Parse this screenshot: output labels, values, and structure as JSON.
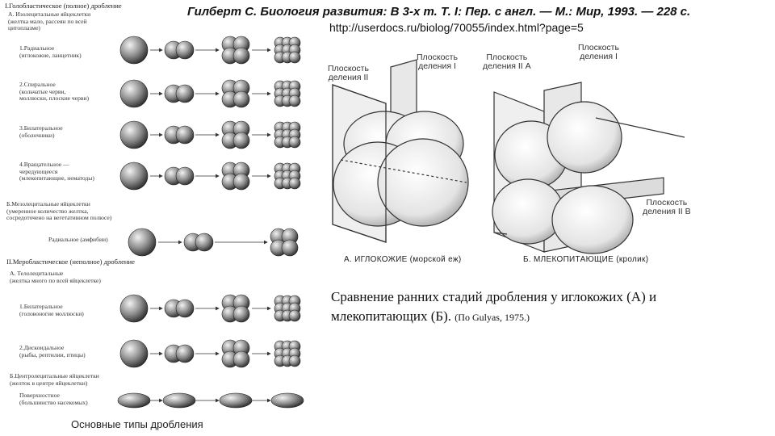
{
  "citation": "Гилберт С. Биология развития: В 3-х т. Т. I: Пер. с англ. — М.: Мир, 1993. — 228 с.",
  "url": "http://userdocs.ru/biolog/70055/index.html?page=5",
  "left_panel": {
    "caption": "Основные типы дробления",
    "labels": [
      {
        "text": "I.Голобластическое (полное) дробление",
        "kind": "head"
      },
      {
        "text": "А. Изолецитальные яйцеклетки\n(желтка мало, рассеян по всей\nцитоплазме)",
        "kind": "sub"
      },
      {
        "text": "1.Радиальное\n(иглокожие, ланцетник)",
        "kind": "item"
      },
      {
        "text": "2.Спиральное\n(кольчатые черви,\nмоллюски, плоские черви)",
        "kind": "item"
      },
      {
        "text": "3.Билатеральное\n(оболочники)",
        "kind": "item"
      },
      {
        "text": "4.Вращательное —\nчередующееся\n(млекопитающие, нематоды)",
        "kind": "item"
      },
      {
        "text": "Б.Мезолецитальные яйцеклетки\n(умеренное количество желтка,\nсосредоточено на вегетативном полюсе)",
        "kind": "sub"
      },
      {
        "text": "Радиальное (амфибии)",
        "kind": "item"
      },
      {
        "text": "II.Меробластическое (неполное) дробление",
        "kind": "head"
      },
      {
        "text": "А. Телолецитальные\n(желтка много по всей яйцеклетке)",
        "kind": "sub"
      },
      {
        "text": "1.Билатеральное\n(головоногие моллюски)",
        "kind": "item"
      },
      {
        "text": "2.Дискоидальное\n(рыбы, рептилии, птицы)",
        "kind": "item"
      },
      {
        "text": "Б.Центролецитальные яйцеклетки\n(желток в центре яйцеклетки)",
        "kind": "sub"
      },
      {
        "text": "Поверхностное\n(большинство насекомых)",
        "kind": "item"
      }
    ]
  },
  "right_panel": {
    "plane_labels": [
      "Плоскость\nделения II",
      "Плоскость\nделения I",
      "Плоскость\nделения II А",
      "Плоскость\nделения I",
      "Плоскость\nделения II В"
    ],
    "panel_captions": [
      "А. ИГЛОКОЖИЕ (морской еж)",
      "Б. МЛЕКОПИТАЮЩИЕ (кролик)"
    ],
    "caption": "Сравнение ранних стадий дробления у иглокожих (А) и млекопитающих (Б).",
    "caption_source": "(По Gulyas, 1975.)"
  }
}
